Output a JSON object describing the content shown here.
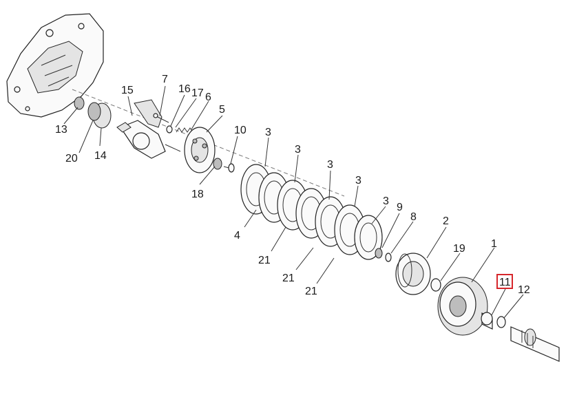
{
  "diagram": {
    "highlight_color": "#d6262b",
    "highlighted_label": "11",
    "labels": {
      "l1": "1",
      "l2": "2",
      "l3a": "3",
      "l3b": "3",
      "l3c": "3",
      "l3d": "3",
      "l3e": "3",
      "l4": "4",
      "l5": "5",
      "l6": "6",
      "l7": "7",
      "l8": "8",
      "l9": "9",
      "l10": "10",
      "l11": "11",
      "l12": "12",
      "l13": "13",
      "l14": "14",
      "l15": "15",
      "l16": "16",
      "l17": "17",
      "l18": "18",
      "l19": "19",
      "l20": "20",
      "l21a": "21",
      "l21b": "21",
      "l21c": "21"
    }
  }
}
